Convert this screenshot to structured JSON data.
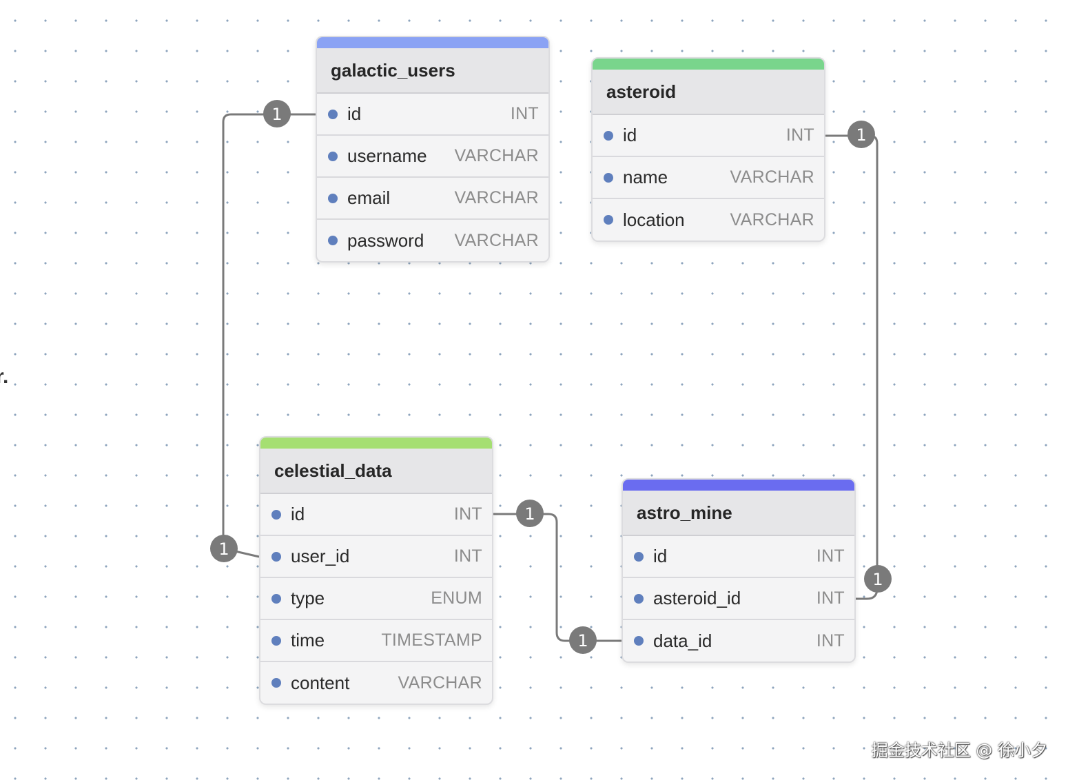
{
  "tables": [
    {
      "id": "galactic_users",
      "title": "galactic_users",
      "accent": "#8aa2f4",
      "fields": [
        {
          "name": "id",
          "type": "INT"
        },
        {
          "name": "username",
          "type": "VARCHAR"
        },
        {
          "name": "email",
          "type": "VARCHAR"
        },
        {
          "name": "password",
          "type": "VARCHAR"
        }
      ]
    },
    {
      "id": "asteroid",
      "title": "asteroid",
      "accent": "#79d58c",
      "fields": [
        {
          "name": "id",
          "type": "INT"
        },
        {
          "name": "name",
          "type": "VARCHAR"
        },
        {
          "name": "location",
          "type": "VARCHAR"
        }
      ]
    },
    {
      "id": "celestial_data",
      "title": "celestial_data",
      "accent": "#a5df72",
      "fields": [
        {
          "name": "id",
          "type": "INT"
        },
        {
          "name": "user_id",
          "type": "INT"
        },
        {
          "name": "type",
          "type": "ENUM"
        },
        {
          "name": "time",
          "type": "TIMESTAMP"
        },
        {
          "name": "content",
          "type": "VARCHAR"
        }
      ]
    },
    {
      "id": "astro_mine",
      "title": "astro_mine",
      "accent": "#6a6cf0",
      "fields": [
        {
          "name": "id",
          "type": "INT"
        },
        {
          "name": "asteroid_id",
          "type": "INT"
        },
        {
          "name": "data_id",
          "type": "INT"
        }
      ]
    }
  ],
  "relations": [
    {
      "from": "galactic_users.id",
      "to": "celestial_data.user_id",
      "from_card": "1",
      "to_card": "1"
    },
    {
      "from": "asteroid.id",
      "to": "astro_mine.asteroid_id",
      "from_card": "1",
      "to_card": "1"
    },
    {
      "from": "celestial_data.id",
      "to": "astro_mine.data_id",
      "from_card": "1",
      "to_card": "1"
    }
  ],
  "edge_text": "r.",
  "watermark": "掘金技术社区 @ 徐小夕"
}
